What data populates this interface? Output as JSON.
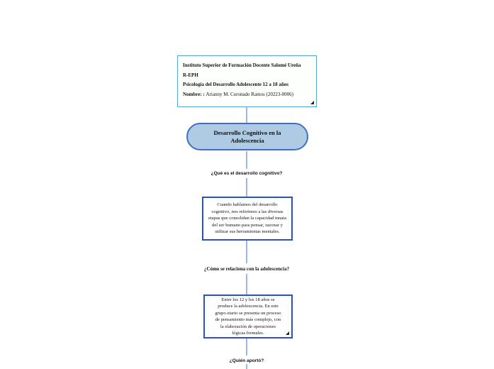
{
  "header_box": {
    "lines": [
      "Instituto Superior de Formación Docente Salomé Ureña",
      "R-EPH",
      "Psicología del Desarrollo Adolescente 12 a 18 años"
    ],
    "name_label": "Nombre: :",
    "name_value": "Arianny M. Coronado Ramos (20223-0006)"
  },
  "root": {
    "title": "Desarrollo Cognitivo en la Adolescencia"
  },
  "branches": [
    {
      "question": "¿Qué es el desarrollo cognitivo?",
      "answer": "Cuando hablamos del desarrollo cognitivo, nos referimos a las diversas etapas que consolidan la capacidad innata del ser humano para pensar, razonar y utilizar sus herramientas mentales."
    },
    {
      "question": "¿Cómo se relaciona con la adolescencia?",
      "answer": "Entre los 12 y los 18 años se produce la adolescencia. En este grupo etario se presenta un proceso de pensamiento más complejo, con la elaboración de operaciones lógicas formales."
    },
    {
      "question": "¿Quién aportó?"
    }
  ],
  "colors": {
    "header_border": "#55a7d8",
    "header_fill": "#fdfffd",
    "root_fill": "#aecbe3",
    "root_border": "#3f6fc8",
    "box_border": "#2b50c8",
    "connector": "#9ab8ea"
  }
}
